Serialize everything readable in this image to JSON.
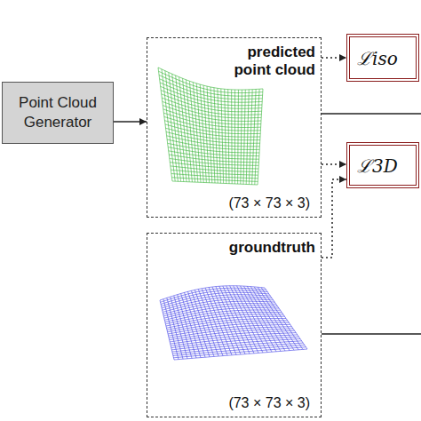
{
  "diagram": {
    "nodes": [
      {
        "text": [
          "Point Cloud Generator"
        ]
      },
      {
        "text": [
          "predicted point cloud",
          "(73 × 73 × 3)"
        ]
      },
      {
        "text": [
          "groundtruth",
          "(73 × 73 × 3)"
        ]
      },
      {
        "text": [
          "ℒiso"
        ]
      },
      {
        "text": [
          "ℒ3D"
        ]
      }
    ],
    "edges": [
      {
        "from": 0,
        "to": 1,
        "arrow": "to"
      },
      {
        "from": 1,
        "to": 3,
        "arrow": "to"
      },
      {
        "from": 1,
        "to": 4,
        "arrow": "to"
      },
      {
        "from": 2,
        "to": 4,
        "arrow": "to"
      }
    ]
  }
}
